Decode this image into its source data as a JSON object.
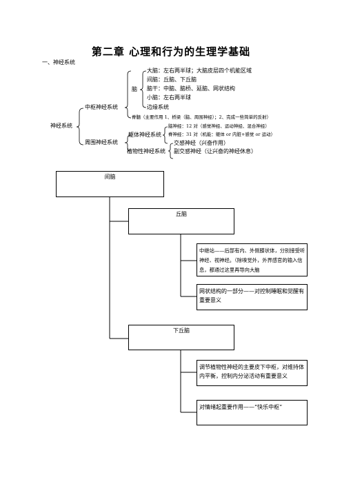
{
  "title": "第二章  心理和行为的生理学基础",
  "section": "一、神经系统",
  "tree": {
    "root": "神经系统",
    "central": "中枢神经系统",
    "brain": "脑",
    "cerebrum": "大脑：左右两半球；大脑皮层四个机能区域",
    "diencephalon": "间脑：丘脑、下丘脑",
    "brainstem": "脑干：中脑、脑桥、延脑、网状结构",
    "cerebellum": "小脑：左右两半球",
    "limbic": "边缘系统",
    "spinal": "脊髓（主要作用 1、桥梁（脑、周围神经）；2、完成一些简单的反射）",
    "peripheral": "周围神经系统",
    "somatic": "躯体神经系统",
    "cranial": "脑神经：12 对（感觉神经、运动神经、混合神经）",
    "spinal_nerves": "脊神经：31 对（机能：躯体 or 内脏+感觉 or 运动）",
    "autonomic": "植物性神经系统",
    "sympathetic": "交感神经（兴奋作用）",
    "parasympathetic": "副交感神经（让兴奋的神经休息）"
  },
  "flow": {
    "jiannao": "间脑",
    "qiunao": "丘脑",
    "qiunao_desc1": "中继站——后部有内、外侧膝状体，分别接受听神经、视神经。（除嗅觉外，外界感官的输入信息，都通过这里再导向大脑",
    "qiunao_desc2": "网状结构的一部分——对控制睡眠和觉醒有重要意义",
    "xiaqiunao": "下丘脑",
    "xia_desc1": "调节植物性神经的主要皮下中枢，对维持体内平衡，控制内分泌活动有重要意义",
    "xia_desc2": "对情绪起重要作用——“快乐中枢”"
  }
}
